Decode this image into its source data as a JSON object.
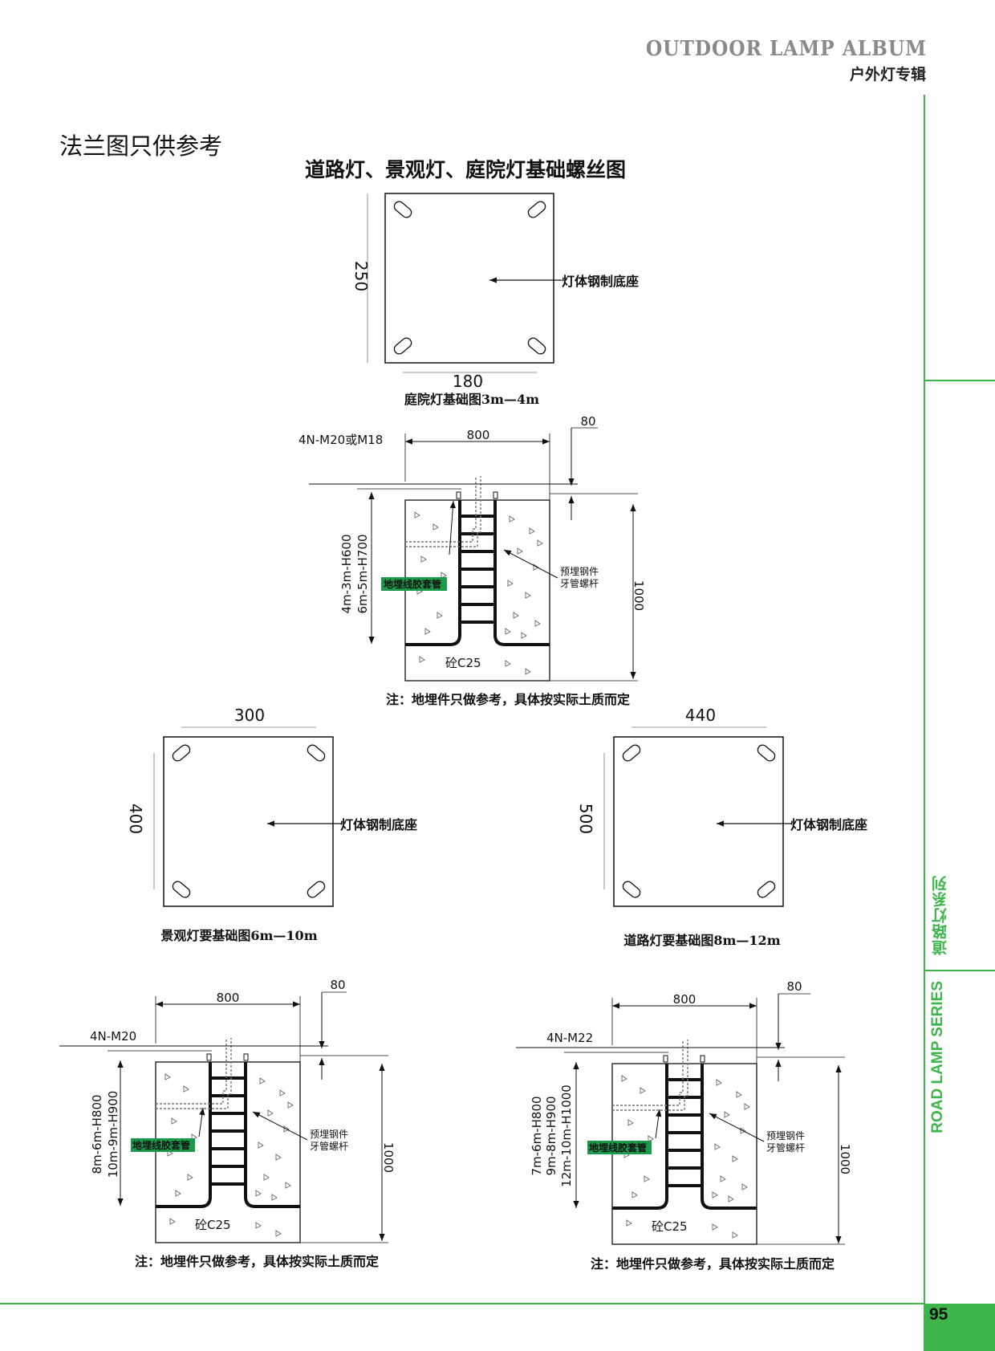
{
  "header": {
    "album_en": "OUTDOOR LAMP ALBUM",
    "album_cn": "户外灯专辑"
  },
  "sidebar": {
    "series_cn": "道路灯系列",
    "series_en": "ROAD LAMP SERIES"
  },
  "page_number": "95",
  "note_flange": "法兰图只供参考",
  "main_title": "道路灯、景观灯、庭院灯基础螺丝图",
  "flanges": [
    {
      "height_dim": "250",
      "width_dim": "180",
      "pointer_label": "灯体钢制底座",
      "caption": "庭院灯基础图3m—4m"
    },
    {
      "height_dim": "400",
      "width_dim": "300",
      "pointer_label": "灯体钢制底座",
      "caption": "景观灯要基础图6m—10m"
    },
    {
      "height_dim": "500",
      "width_dim": "440",
      "pointer_label": "灯体钢制底座",
      "caption": "道路灯要基础图8m—12m"
    }
  ],
  "foundations": [
    {
      "bolt_label": "4N-M20或M18",
      "width_dim": "800",
      "offset_dim": "80",
      "depth_dim": "1000",
      "height_labels": [
        "4m-3m-H600",
        "6m-5m-H700"
      ],
      "conduit_label": "地埋线胶套管",
      "embedded_label_1": "预埋钢件",
      "embedded_label_2": "牙管螺杆",
      "concrete_label": "砼C25",
      "note": "注：地埋件只做参考，具体按实际土质而定"
    },
    {
      "bolt_label": "4N-M20",
      "width_dim": "800",
      "offset_dim": "80",
      "depth_dim": "1000",
      "height_labels": [
        "8m-6m-H800",
        "10m-9m-H900"
      ],
      "conduit_label": "地埋线胶套管",
      "embedded_label_1": "预埋钢件",
      "embedded_label_2": "牙管螺杆",
      "concrete_label": "砼C25",
      "note": "注：地埋件只做参考，具体按实际土质而定"
    },
    {
      "bolt_label": "4N-M22",
      "width_dim": "800",
      "offset_dim": "80",
      "depth_dim": "1000",
      "height_labels": [
        "7m-6m-H800",
        "9m-8m-H900",
        "12m-10m-H1000"
      ],
      "conduit_label": "地埋线胶套管",
      "embedded_label_1": "预埋钢件",
      "embedded_label_2": "牙管螺杆",
      "concrete_label": "砼C25",
      "note": "注：地埋件只做参考，具体按实际土质而定"
    }
  ],
  "colors": {
    "accent_green": "#3db54a",
    "label_green": "#1a9a4a",
    "header_gray": "#8a8a8a"
  }
}
